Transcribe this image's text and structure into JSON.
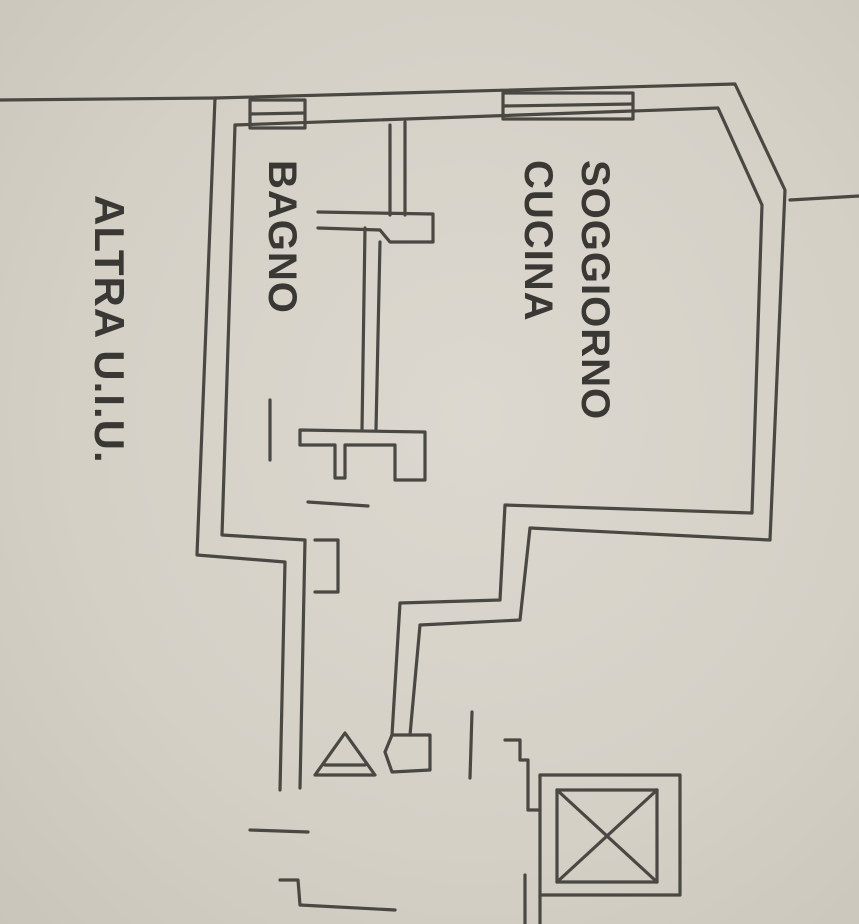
{
  "rooms": {
    "living_line1": "SOGGIORNO",
    "living_line2": "CUCINA",
    "bathroom": "BAGNO",
    "other_unit": "ALTRA U.I.U."
  },
  "colors": {
    "paper": "#d6d2c8",
    "ink": "#4a4843"
  },
  "icons": {
    "elevator": "elevator-shaft-icon",
    "stair": "triangle-icon"
  }
}
